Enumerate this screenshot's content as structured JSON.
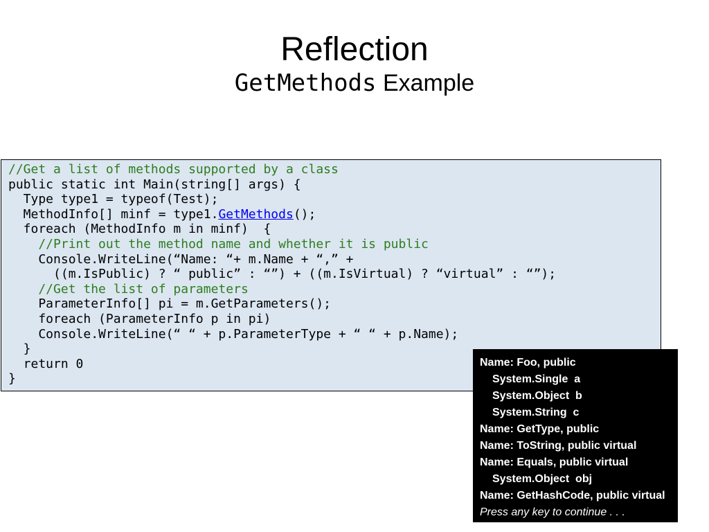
{
  "slide": {
    "title": "Reflection",
    "subtitle_code": "GetMethods",
    "subtitle_text": "Example"
  },
  "code": {
    "line_01": "//Get a list of methods supported by a class",
    "line_02": "public static int Main(string[] args) {",
    "line_03": "  Type type1 = typeof(Test);",
    "line_04_prefix": "  MethodInfo[] minf = type1.",
    "line_04_link": "GetMethods",
    "line_04_suffix": "();",
    "line_05": "  foreach (MethodInfo m in minf)  {",
    "line_06": "    //Print out the method name and whether it is public",
    "line_07": "    Console.WriteLine(“Name: “+ m.Name + “,” +",
    "line_08": "      ((m.IsPublic) ? “ public” : “”) + ((m.IsVirtual) ? “virtual” : “”);",
    "line_09": "    //Get the list of parameters",
    "line_10": "    ParameterInfo[] pi = m.GetParameters();",
    "line_11": "    foreach (ParameterInfo p in pi)",
    "line_12": "    Console.WriteLine(“ “ + p.ParameterType + “ “ + p.Name);",
    "line_13": "  }",
    "line_14": "  return 0",
    "line_15": "}"
  },
  "output": {
    "line_01": "Name: Foo, public",
    "line_02": "System.Single  a",
    "line_03": "System.Object  b",
    "line_04": "System.String  c",
    "line_05": "Name: GetType, public",
    "line_06": "Name: ToString, public virtual",
    "line_07": "Name: Equals, public virtual",
    "line_08": "System.Object  obj",
    "line_09": "Name: GetHashCode, public virtual",
    "line_10": "Press any key to continue . . ."
  },
  "colors": {
    "code_background": "#dce6f1",
    "comment": "#2e7d1e",
    "link": "#0000ee",
    "output_background": "#000000",
    "output_text": "#ffffff"
  }
}
